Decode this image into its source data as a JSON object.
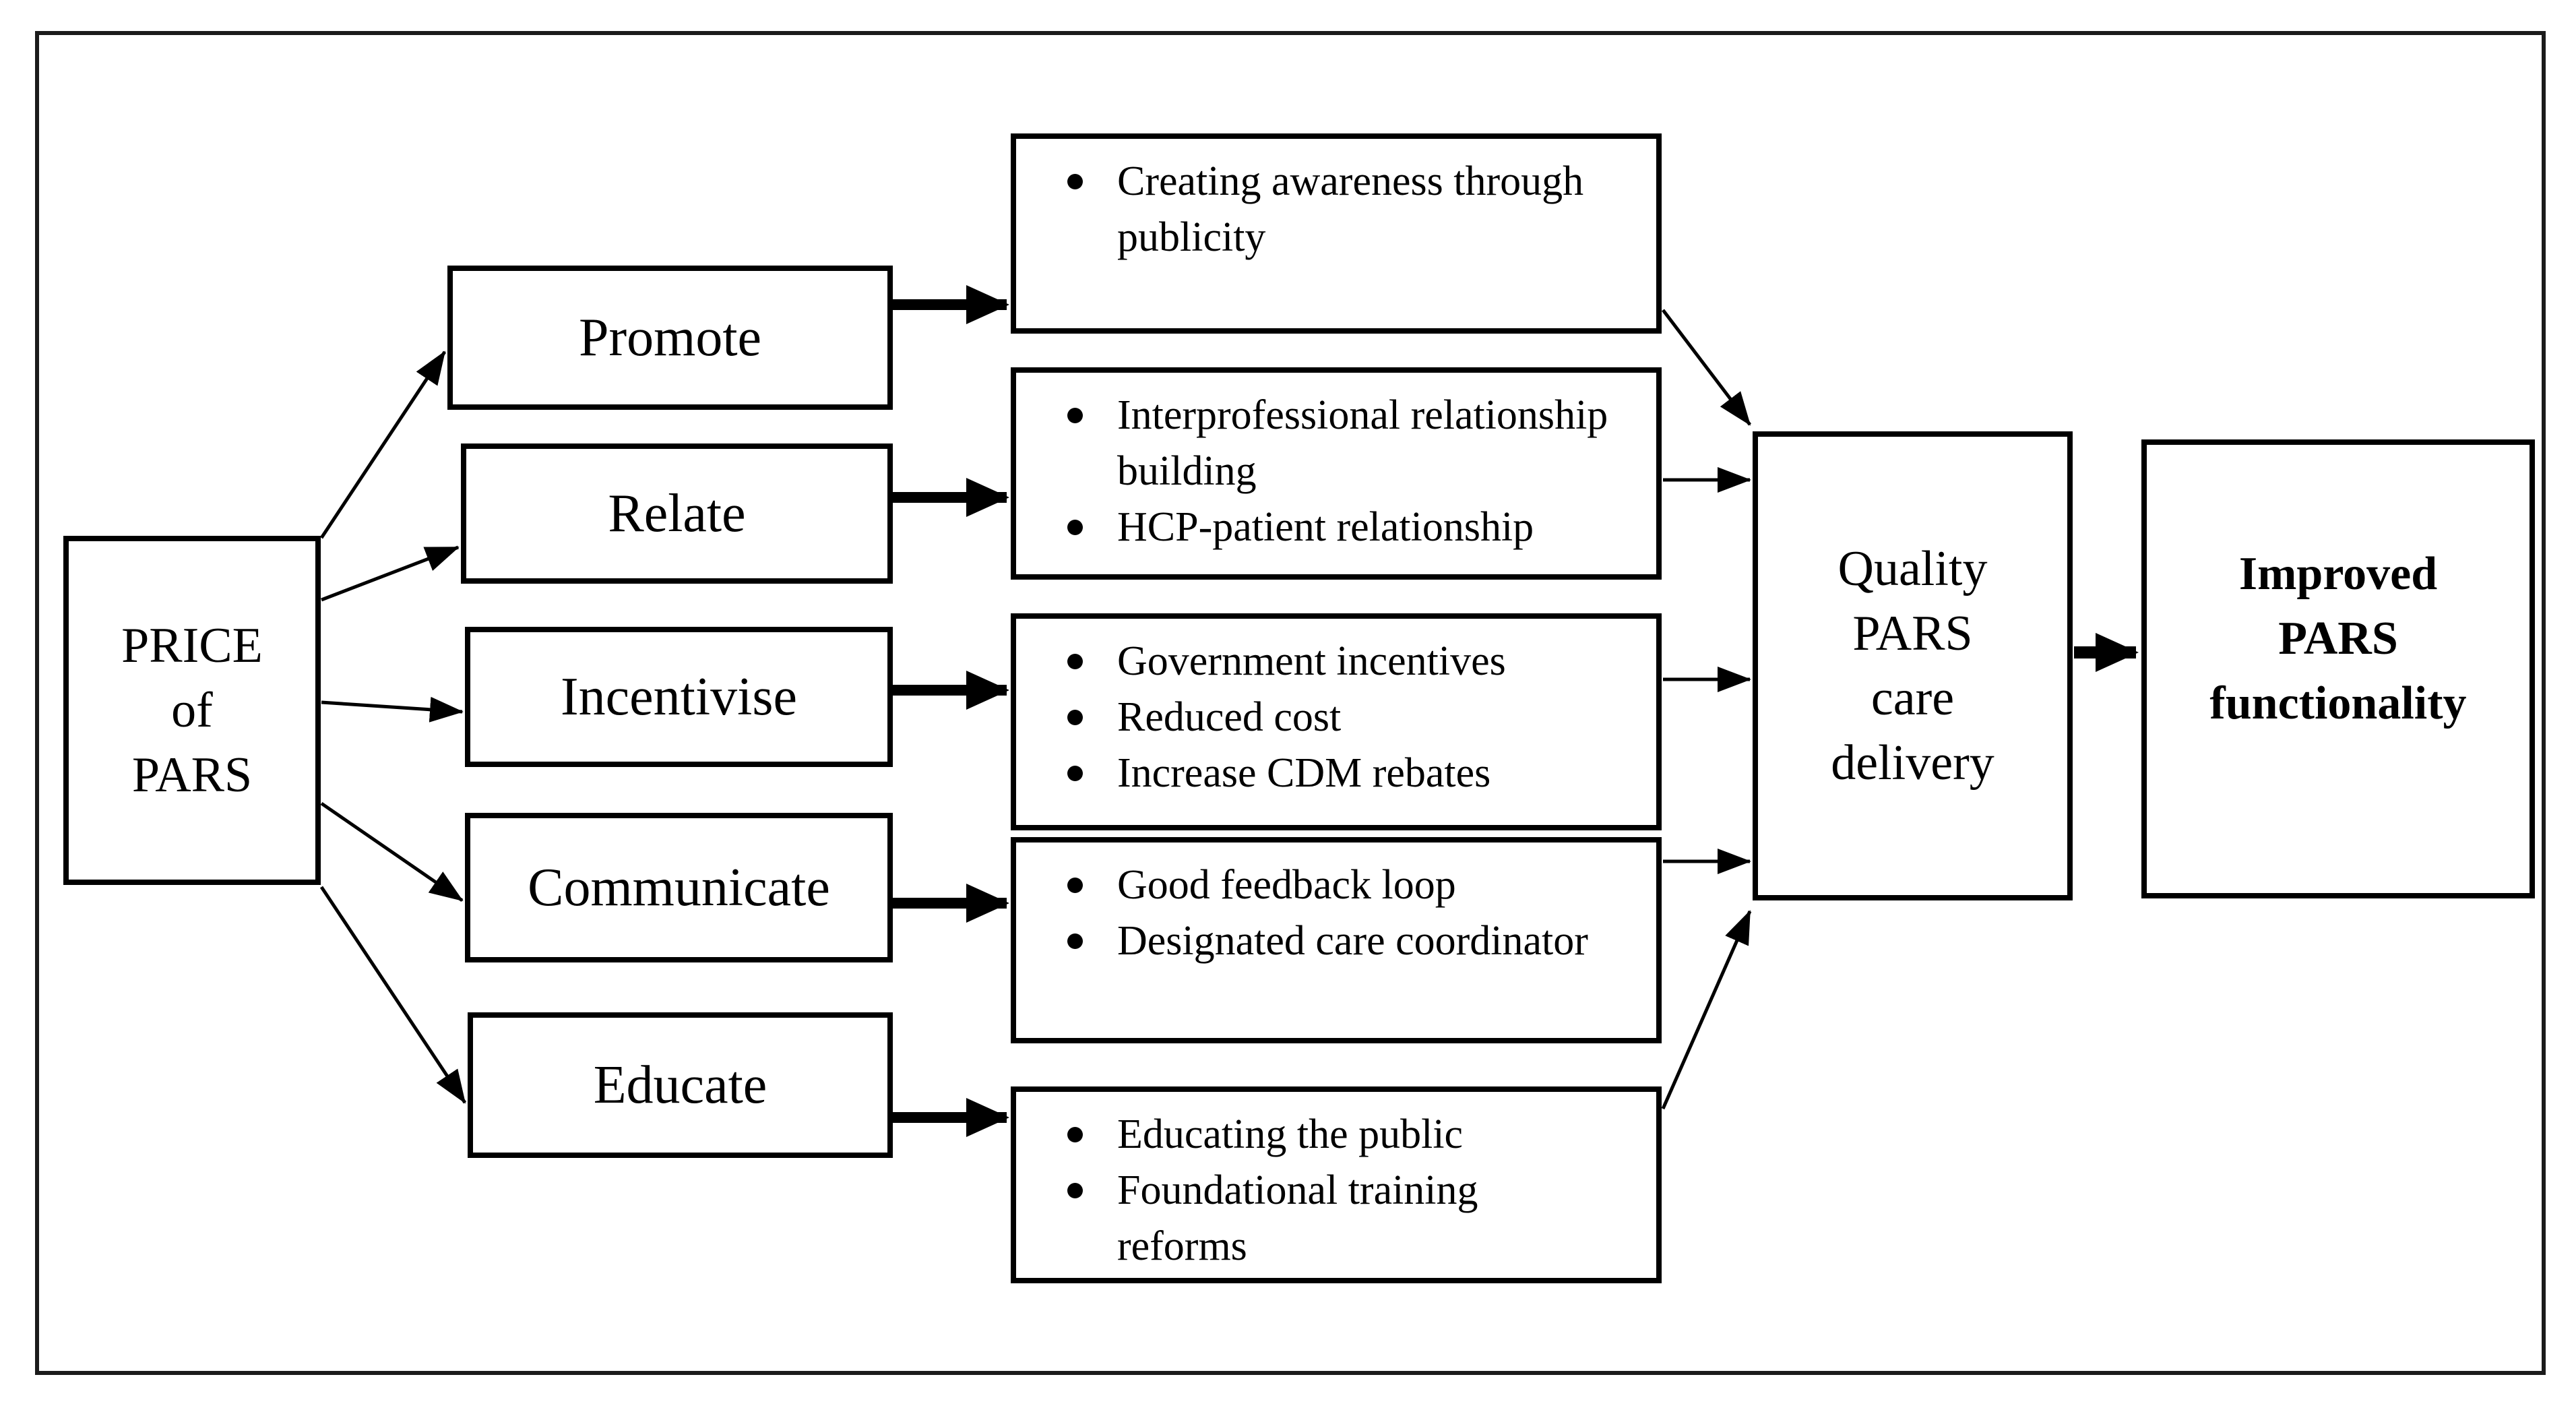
{
  "colors": {
    "background": "#ffffff",
    "ink": "#000000"
  },
  "diagram": {
    "price_node": {
      "lines": [
        "PRICE",
        "of",
        "PARS"
      ]
    },
    "strategies": [
      {
        "label": "Promote",
        "outcomes": [
          "Creating awareness through publicity"
        ]
      },
      {
        "label": "Relate",
        "outcomes": [
          "Interprofessional relationship building",
          "HCP-patient relationship"
        ]
      },
      {
        "label": "Incentivise",
        "outcomes": [
          "Government incentives",
          "Reduced cost",
          "Increase CDM rebates"
        ]
      },
      {
        "label": "Communicate",
        "outcomes": [
          "Good feedback loop",
          "Designated care coordinator"
        ]
      },
      {
        "label": "Educate",
        "outcomes": [
          "Educating the public",
          "Foundational training reforms"
        ]
      }
    ],
    "quality_node": {
      "lines": [
        "Quality",
        "PARS",
        "care",
        "delivery"
      ]
    },
    "improved_node": {
      "lines": [
        "Improved",
        "PARS",
        "functionality"
      ]
    }
  }
}
